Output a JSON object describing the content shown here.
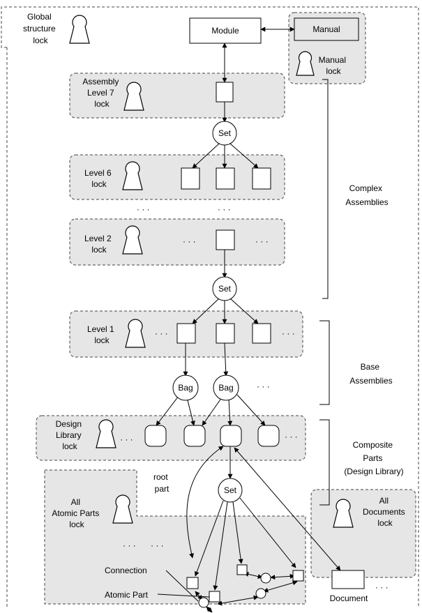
{
  "global": {
    "line1": "Global",
    "line2": "structure",
    "line3": "lock"
  },
  "module": {
    "label": "Module"
  },
  "manual": {
    "label": "Manual",
    "lock_line1": "Manual",
    "lock_line2": "lock"
  },
  "assembly7": {
    "line1": "Assembly",
    "line2": "Level 7",
    "line3": "lock"
  },
  "level6": {
    "line1": "Level 6",
    "line2": "lock"
  },
  "level2": {
    "line1": "Level 2",
    "line2": "lock"
  },
  "level1": {
    "line1": "Level 1",
    "line2": "lock"
  },
  "design_library": {
    "line1": "Design",
    "line2": "Library",
    "line3": "lock"
  },
  "atomic_parts": {
    "line1": "All",
    "line2": "Atomic Parts",
    "line3": "lock"
  },
  "documents": {
    "line1": "All",
    "line2": "Documents",
    "line3": "lock",
    "document_label": "Document"
  },
  "nodes": {
    "set": "Set",
    "bag": "Bag"
  },
  "ellipsis": "· · ·",
  "groups": {
    "complex_line1": "Complex",
    "complex_line2": "Assemblies",
    "base_line1": "Base",
    "base_line2": "Assemblies",
    "composite_line1": "Composite",
    "composite_line2": "Parts",
    "composite_line3": "(Design Library)"
  },
  "annotations": {
    "root_line1": "root",
    "root_line2": "part",
    "connection": "Connection",
    "atomic_part": "Atomic Part"
  }
}
